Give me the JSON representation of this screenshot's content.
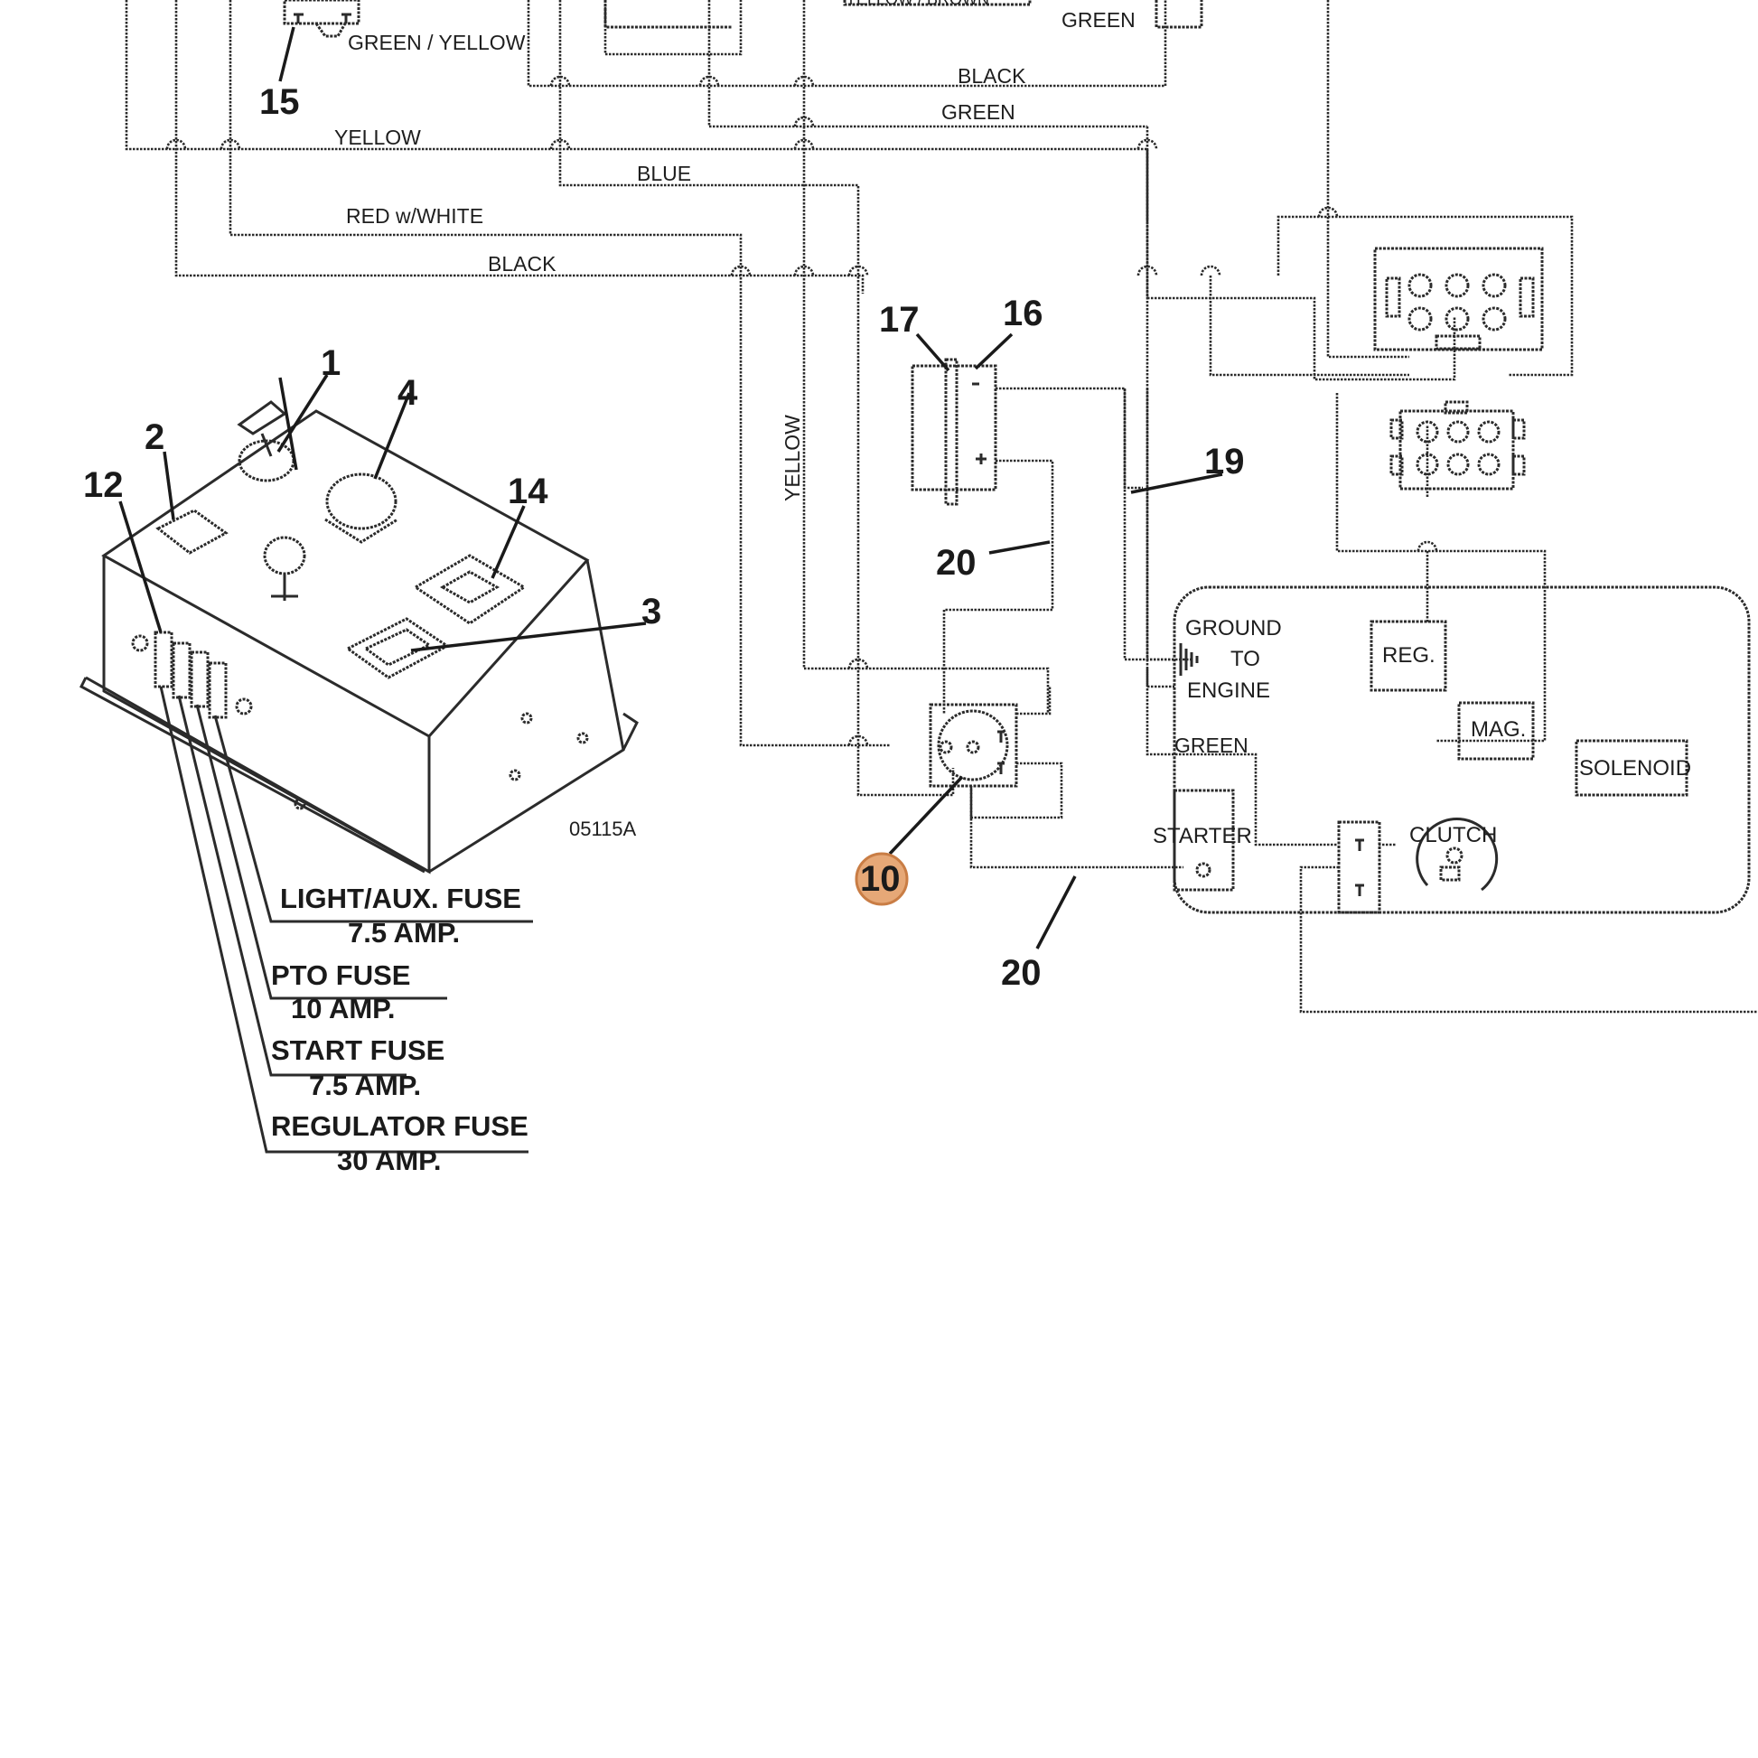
{
  "wire_labels": {
    "yellow_brown_top": "YELLOW / BROWN",
    "green_top": "GREEN",
    "green_yellow": "GREEN / YELLOW",
    "black_top": "BLACK",
    "green_mid": "GREEN",
    "yellow_mid": "YELLOW",
    "blue": "BLUE",
    "red_white": "RED w/WHITE",
    "black_lower": "BLACK",
    "yellow_vertical": "YELLOW",
    "green_engine": "GREEN"
  },
  "components": {
    "ground_line1": "GROUND",
    "ground_line2": "TO",
    "ground_line3": "ENGINE",
    "reg": "REG.",
    "mag": "MAG.",
    "solenoid": "SOLENOID",
    "starter": "STARTER",
    "clutch": "CLUTCH"
  },
  "part_numbers": {
    "p1": "1",
    "p2": "2",
    "p3": "3",
    "p4": "4",
    "p10": "10",
    "p12": "12",
    "p14": "14",
    "p15": "15",
    "p16": "16",
    "p17": "17",
    "p19": "19",
    "p20a": "20",
    "p20b": "20"
  },
  "fuses": [
    {
      "name": "LIGHT/AUX. FUSE",
      "rating": "7.5 AMP."
    },
    {
      "name": "PTO FUSE",
      "rating": "10 AMP."
    },
    {
      "name": "START FUSE",
      "rating": "7.5 AMP."
    },
    {
      "name": "REGULATOR FUSE",
      "rating": "30 AMP."
    }
  ],
  "drawing_code": "05115A",
  "colors": {
    "line": "#2b2b2b",
    "highlight_fill": "#e6a877",
    "highlight_stroke": "#c97d45"
  }
}
